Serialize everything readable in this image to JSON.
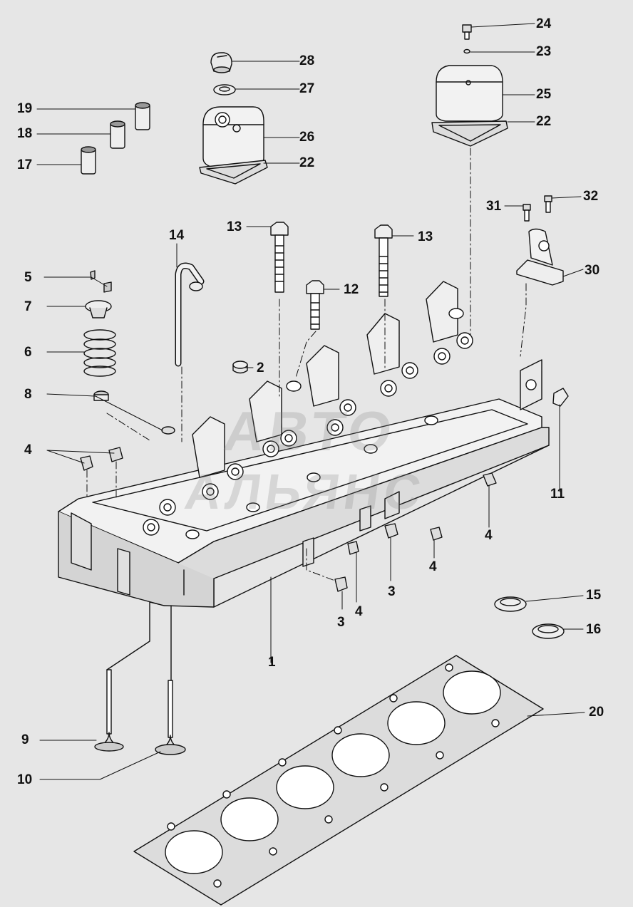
{
  "watermark": {
    "line1": "АВТО",
    "line2": "АЛЬЯНС"
  },
  "callouts": [
    {
      "id": "c1",
      "label": "1"
    },
    {
      "id": "c2",
      "label": "2"
    },
    {
      "id": "c3a",
      "label": "3"
    },
    {
      "id": "c3b",
      "label": "3"
    },
    {
      "id": "c4a",
      "label": "4"
    },
    {
      "id": "c4b",
      "label": "4"
    },
    {
      "id": "c4c",
      "label": "4"
    },
    {
      "id": "c4d",
      "label": "4"
    },
    {
      "id": "c5",
      "label": "5"
    },
    {
      "id": "c6",
      "label": "6"
    },
    {
      "id": "c7",
      "label": "7"
    },
    {
      "id": "c8",
      "label": "8"
    },
    {
      "id": "c9",
      "label": "9"
    },
    {
      "id": "c10",
      "label": "10"
    },
    {
      "id": "c11",
      "label": "11"
    },
    {
      "id": "c12",
      "label": "12"
    },
    {
      "id": "c13a",
      "label": "13"
    },
    {
      "id": "c13b",
      "label": "13"
    },
    {
      "id": "c14",
      "label": "14"
    },
    {
      "id": "c15",
      "label": "15"
    },
    {
      "id": "c16",
      "label": "16"
    },
    {
      "id": "c17",
      "label": "17"
    },
    {
      "id": "c18",
      "label": "18"
    },
    {
      "id": "c19",
      "label": "19"
    },
    {
      "id": "c20",
      "label": "20"
    },
    {
      "id": "c22a",
      "label": "22"
    },
    {
      "id": "c22b",
      "label": "22"
    },
    {
      "id": "c23",
      "label": "23"
    },
    {
      "id": "c24",
      "label": "24"
    },
    {
      "id": "c25",
      "label": "25"
    },
    {
      "id": "c26",
      "label": "26"
    },
    {
      "id": "c27",
      "label": "27"
    },
    {
      "id": "c28",
      "label": "28"
    },
    {
      "id": "c30",
      "label": "30"
    },
    {
      "id": "c31",
      "label": "31"
    },
    {
      "id": "c32",
      "label": "32"
    }
  ]
}
